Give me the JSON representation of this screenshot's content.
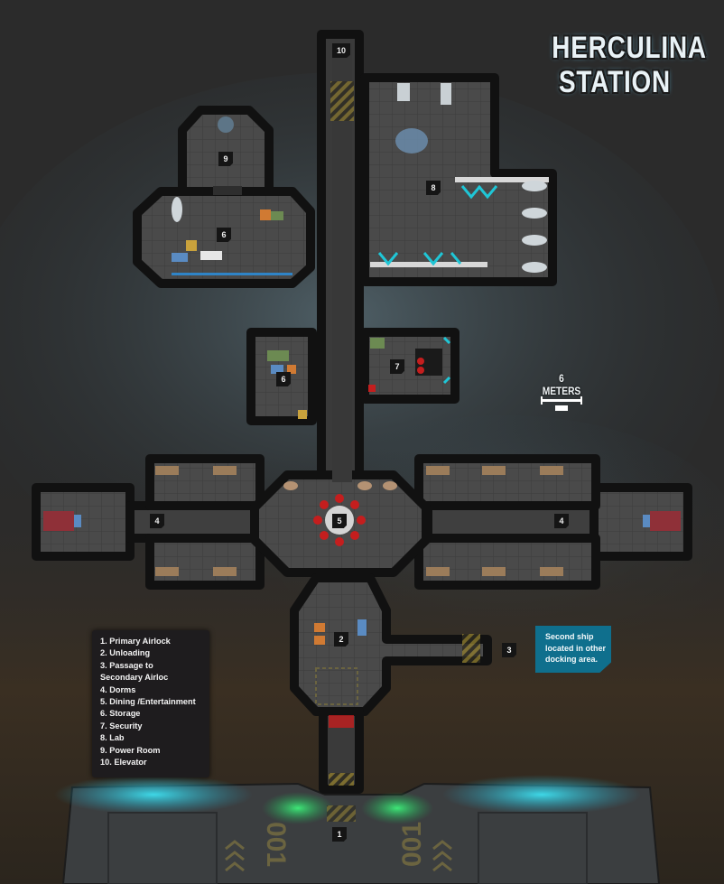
{
  "map": {
    "title_line1": "HERCULINA",
    "title_line2": "STATION",
    "scale_label": "6 METERS",
    "callout": {
      "line1": "Second ship",
      "line2": "located in other",
      "line3": "docking area."
    },
    "legend": [
      "1.  Primary Airlock",
      "2.  Unloading",
      "3.  Passage to",
      "     Secondary Airloc",
      "4.  Dorms",
      "5.  Dining /Entertainment",
      "6.  Storage",
      "7.  Security",
      "8.  Lab",
      "9.  Power Room",
      "10. Elevator"
    ],
    "room_labels": {
      "airlock": "1",
      "unloading": "2",
      "passage": "3",
      "dorms_left": "4",
      "dorms_right": "4",
      "dining": "5",
      "storage_upper": "6",
      "storage_mid": "6",
      "security": "7",
      "lab": "8",
      "power": "9",
      "elevator": "10"
    },
    "ship_markings": "001",
    "colors": {
      "hull": "#3a3a3a",
      "floor": "#4b4b4b",
      "accent_blue": "#0f6f8d",
      "engine_glow": "#1fc6d6",
      "airlock_glow": "#2dd66b",
      "security_red": "#c41e1e"
    }
  }
}
